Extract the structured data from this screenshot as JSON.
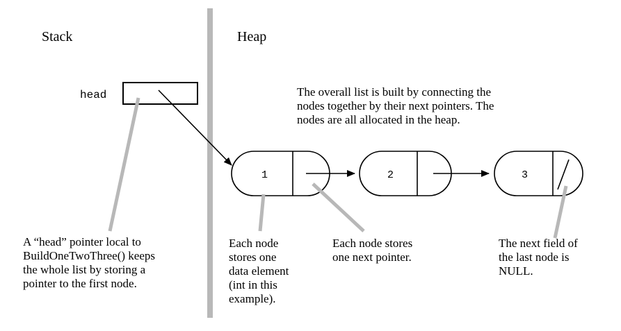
{
  "sections": {
    "stack": "Stack",
    "heap": "Heap"
  },
  "head_label": "head",
  "nodes": [
    {
      "value": "1"
    },
    {
      "value": "2"
    },
    {
      "value": "3"
    }
  ],
  "annotations": {
    "overall": [
      "The overall list is built by connecting the",
      "nodes together by their next pointers. The",
      "nodes are all allocated in the heap."
    ],
    "head_pointer": [
      "A “head” pointer local to",
      "BuildOneTwoThree() keeps",
      "the whole list by storing a",
      "pointer to the first node."
    ],
    "data_element": [
      "Each node",
      "stores one",
      "data element",
      "(int in this",
      "example)."
    ],
    "next_pointer": [
      "Each node stores",
      "one next pointer."
    ],
    "null_field": [
      "The next field of",
      "the last node is",
      "NULL."
    ]
  },
  "colors": {
    "divider": "#b8b8b8",
    "leader": "#b8b8b8",
    "ink": "#000000"
  }
}
